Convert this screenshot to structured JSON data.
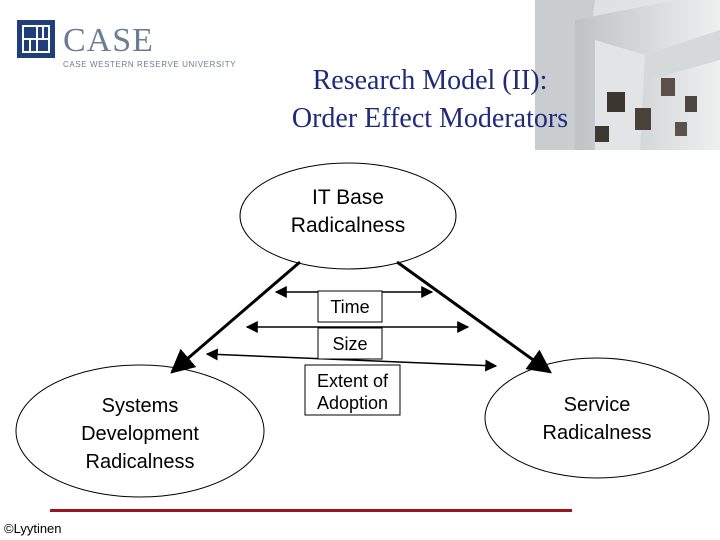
{
  "logo": {
    "wordmark": "CASE",
    "subtitle": "CASE WESTERN RESERVE UNIVERSITY"
  },
  "title": {
    "line1": "Research Model (II):",
    "line2": "Order Effect Moderators"
  },
  "diagram": {
    "nodes": {
      "it_base": [
        "IT Base",
        "Radicalness"
      ],
      "systems_dev": [
        "Systems",
        "Development",
        "Radicalness"
      ],
      "service": [
        "Service",
        "Radicalness"
      ]
    },
    "moderators": {
      "time": "Time",
      "size": "Size",
      "adoption": [
        "Extent of",
        "Adoption"
      ]
    }
  },
  "footer": {
    "copyright": "©Lyytinen"
  },
  "colors": {
    "title": "#1f2a7a",
    "accent_line": "#a0141c",
    "logo": "#1f3f7a"
  }
}
